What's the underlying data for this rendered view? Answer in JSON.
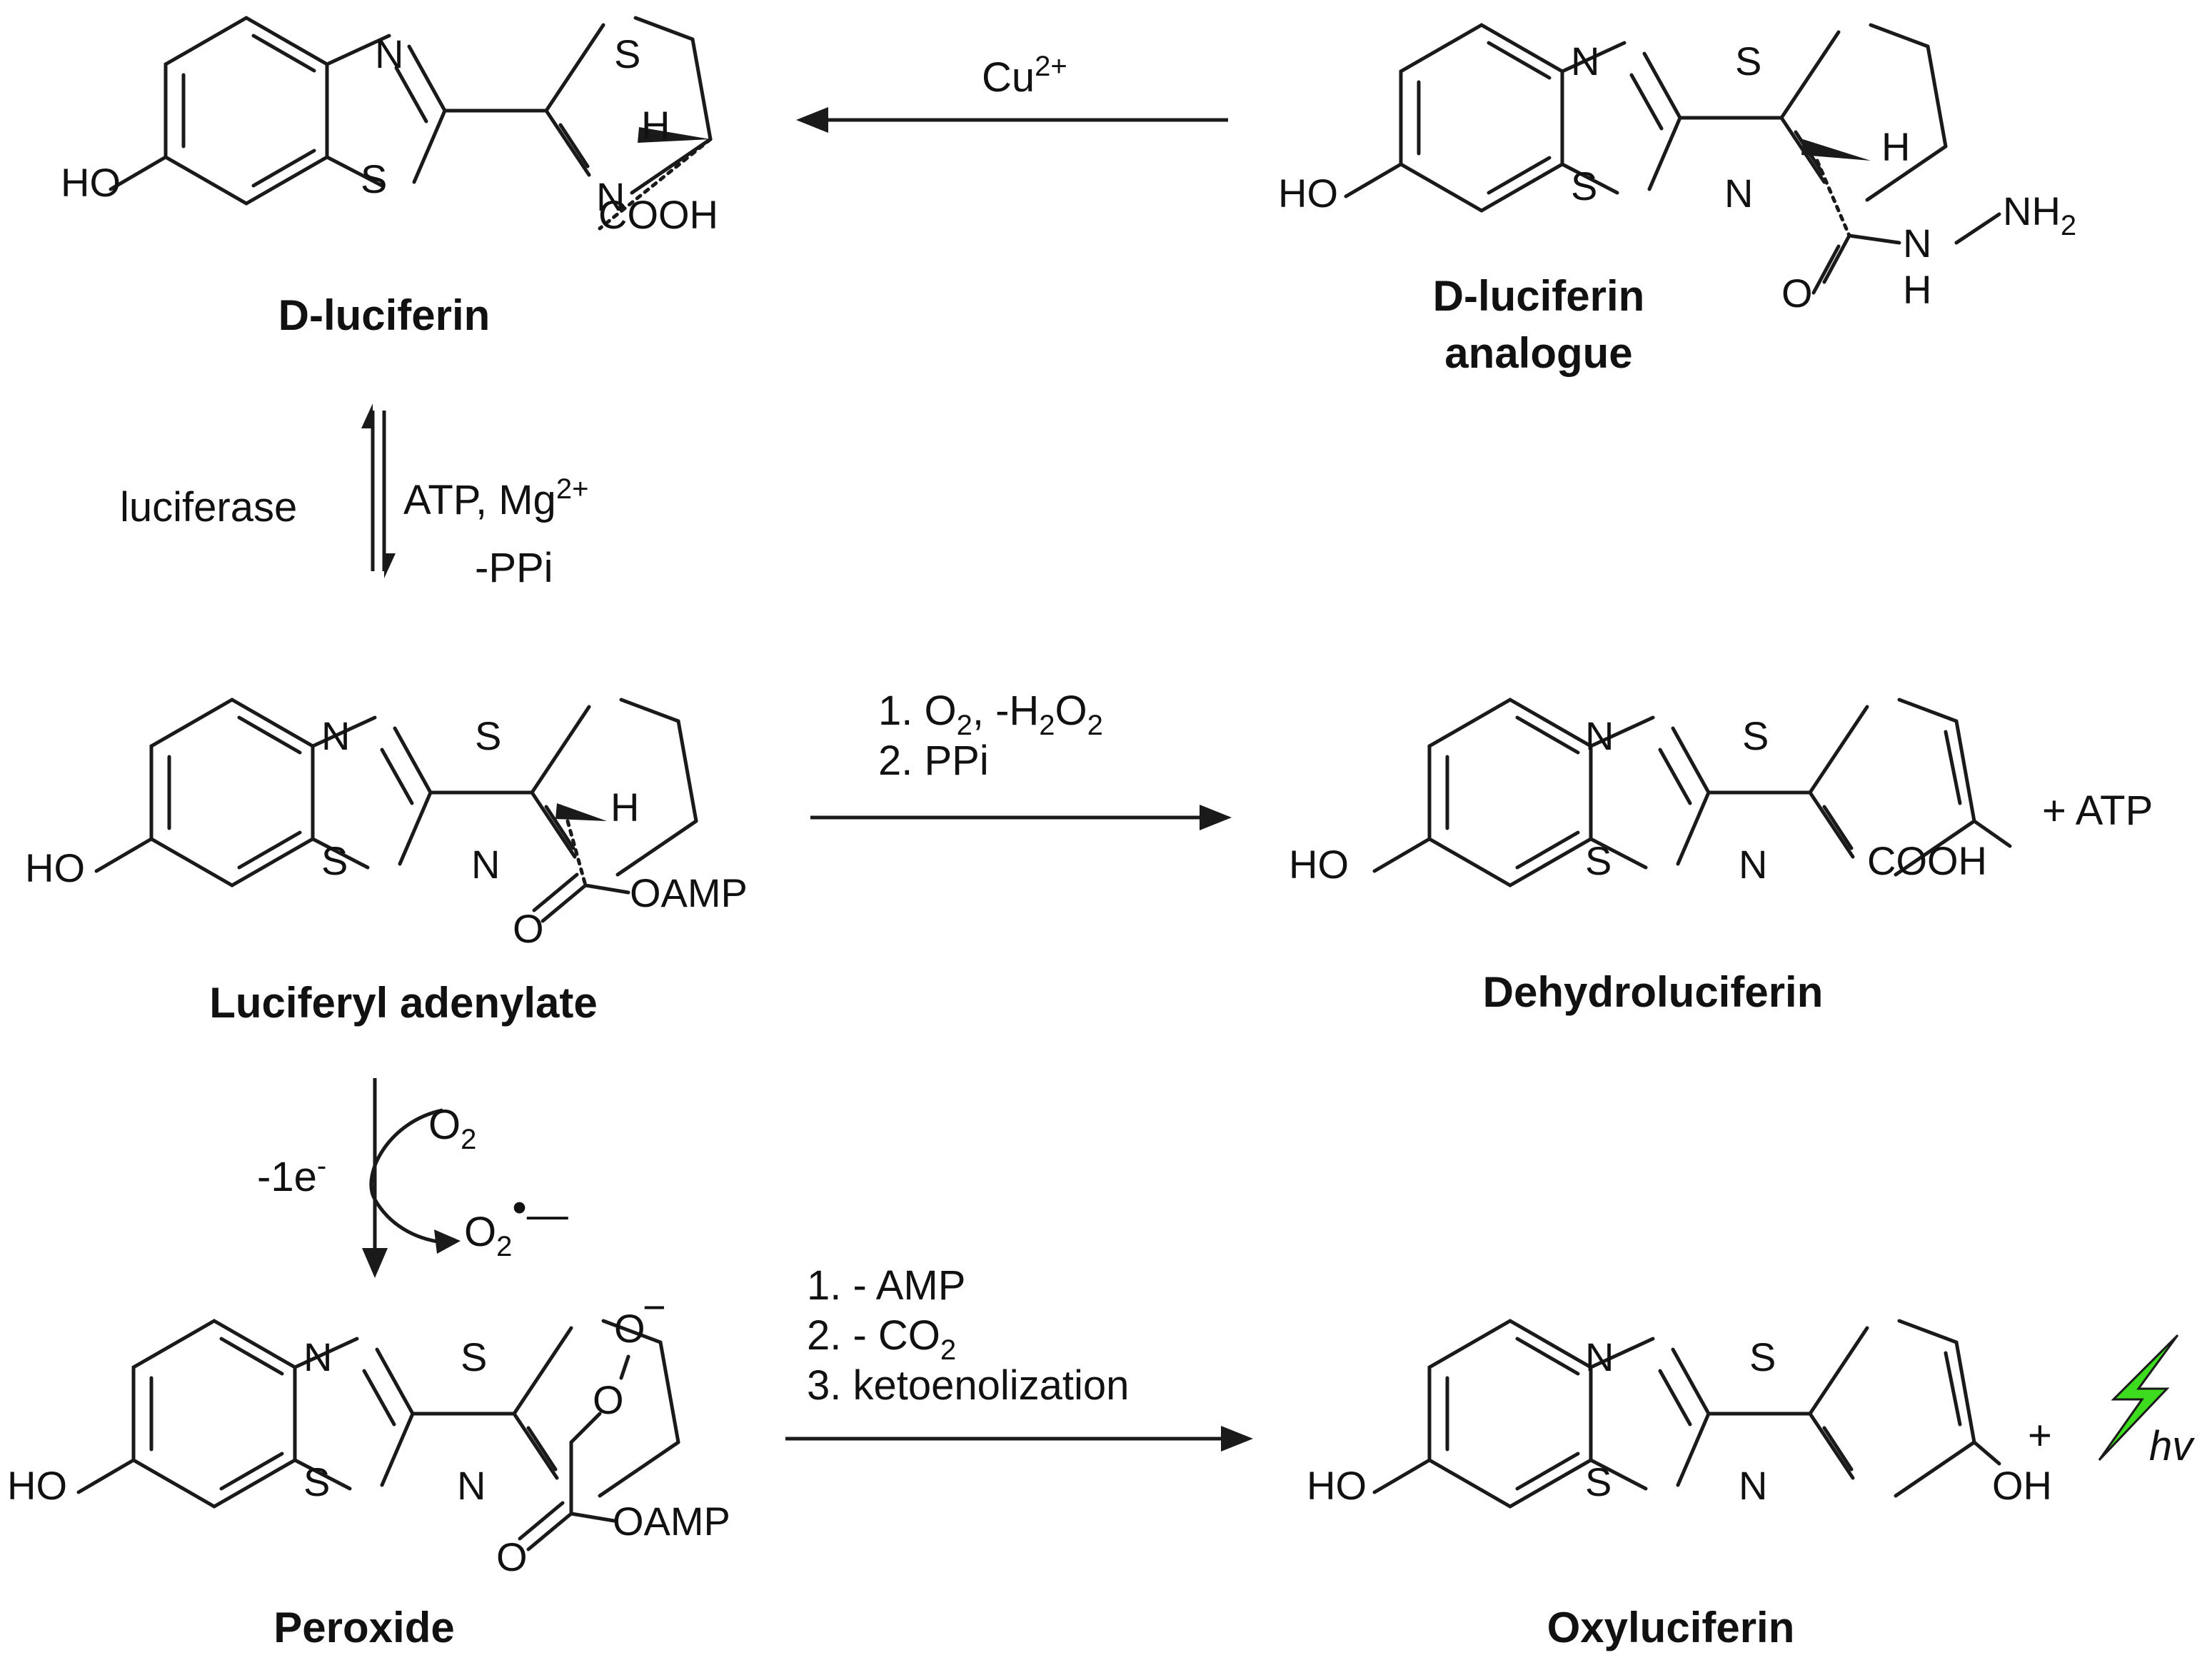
{
  "compounds": {
    "dluciferin": {
      "name": "D-luciferin",
      "atoms": {
        "N1": "N",
        "S1": "S",
        "HO": "HO",
        "S2": "S",
        "N2": "N",
        "H": "H",
        "tail": "COOH"
      }
    },
    "analogue": {
      "name_line1": "D-luciferin",
      "name_line2": "analogue",
      "atoms": {
        "N1": "N",
        "S1": "S",
        "HO": "HO",
        "S2": "S",
        "N2": "N",
        "H": "H",
        "O": "O",
        "NH": "N",
        "NH_H": "H",
        "NH2": "NH",
        "NH2_sub": "2"
      }
    },
    "adenylate": {
      "name": "Luciferyl adenylate",
      "atoms": {
        "N1": "N",
        "S1": "S",
        "HO": "HO",
        "S2": "S",
        "N2": "N",
        "H": "H",
        "O": "O",
        "tail": "OAMP"
      }
    },
    "dehydro": {
      "name": "Dehydroluciferin",
      "atoms": {
        "N1": "N",
        "S1": "S",
        "HO": "HO",
        "S2": "S",
        "N2": "N",
        "tail": "COOH"
      },
      "plus": "+ ATP"
    },
    "peroxide": {
      "name": "Peroxide",
      "atoms": {
        "N1": "N",
        "S1": "S",
        "HO": "HO",
        "S2": "S",
        "N2": "N",
        "O1": "O",
        "O2": "O",
        "charge": "−",
        "Ocarb": "O",
        "tail": "OAMP"
      }
    },
    "oxy": {
      "name": "Oxyluciferin",
      "atoms": {
        "N1": "N",
        "S1": "S",
        "HO": "HO",
        "S2": "S",
        "N2": "N",
        "tail": "OH"
      },
      "plus": "+",
      "hv": "hv",
      "bolt_color": "#3ddc1e"
    }
  },
  "conditions": {
    "cu": {
      "text": "Cu",
      "sup": "2+"
    },
    "enzyme": "luciferase",
    "atp": {
      "text": "ATP, Mg",
      "sup": "2+"
    },
    "ppi": "-PPi",
    "dehydro_step1_a": "1. O",
    "dehydro_step1_sub": "2",
    "dehydro_step1_b": ", -H",
    "dehydro_step1_sub2": "2",
    "dehydro_step1_c": "O",
    "dehydro_step1_sub3": "2",
    "dehydro_step2": "2. PPi",
    "electron": {
      "text": "-1e",
      "sup": "-"
    },
    "o2_in": {
      "text": "O",
      "sub": "2"
    },
    "o2_out": {
      "text": "O",
      "sub": "2",
      "radical": "•",
      "charge": "—"
    },
    "oxy_step1": "1. - AMP",
    "oxy_step2": {
      "text": "2. - CO",
      "sub": "2"
    },
    "oxy_step3": "3. ketoenolization"
  }
}
